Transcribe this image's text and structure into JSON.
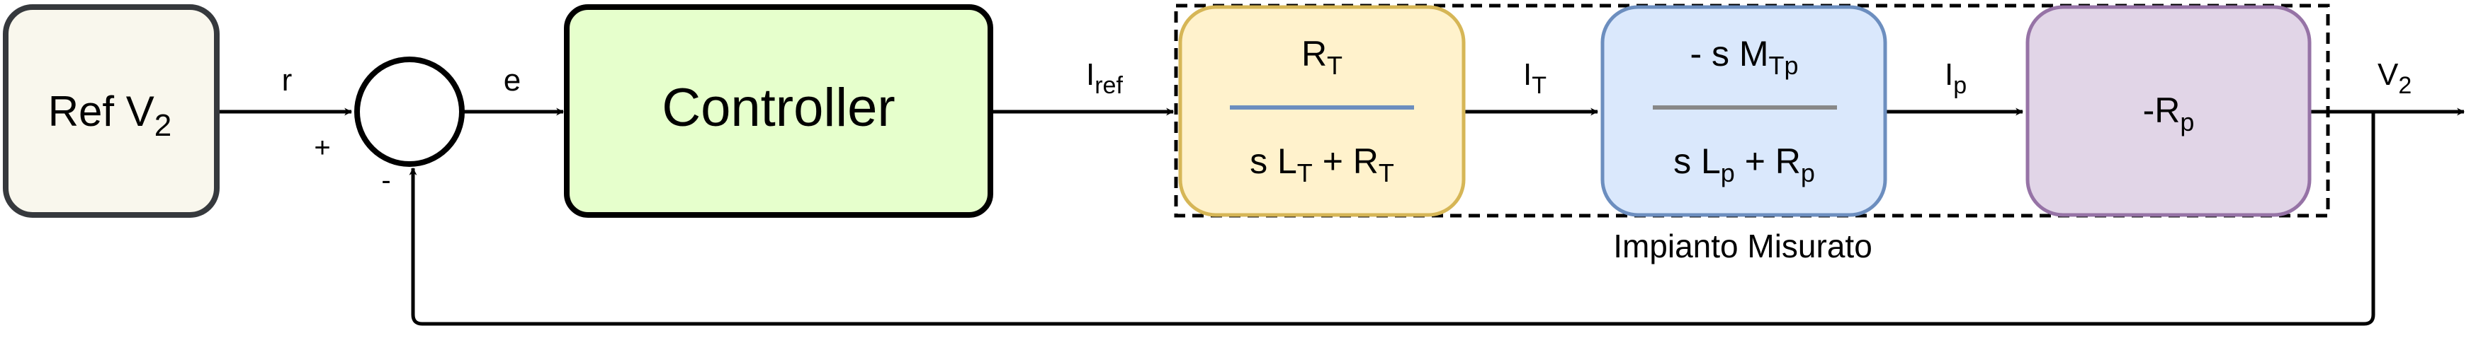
{
  "blocks": {
    "reference": {
      "main": "Ref V",
      "sub": "2",
      "fill": "#f9f7ed",
      "stroke": "#36393d"
    },
    "controller": {
      "label": "Controller",
      "fill": "#e6ffcc",
      "stroke": "#000000"
    },
    "transfer_t": {
      "num_main": "R",
      "num_sub": "T",
      "den_a": "s L",
      "den_a_sub": "T",
      "den_b": " + R",
      "den_b_sub": "T",
      "fill": "#fff2cc",
      "stroke": "#d6b656"
    },
    "transfer_p": {
      "num_main": "- s M",
      "num_sub": "Tp",
      "den_a": "s L",
      "den_a_sub": "p",
      "den_b": " + R",
      "den_b_sub": "p",
      "fill": "#dae8fc",
      "stroke": "#6c8ebf"
    },
    "gain": {
      "main": "-R",
      "sub": "p",
      "fill": "#e1d5e7",
      "stroke": "#9673a6"
    }
  },
  "signals": {
    "r": "r",
    "e": "e",
    "iref_main": "I",
    "iref_sub": "ref",
    "it_main": "I",
    "it_sub": "T",
    "ip_main": "I",
    "ip_sub": "p",
    "v2_main": "V",
    "v2_sub": "2"
  },
  "junction": {
    "plus": "+",
    "minus": "-"
  },
  "group": {
    "label": "Impianto Misurato"
  }
}
